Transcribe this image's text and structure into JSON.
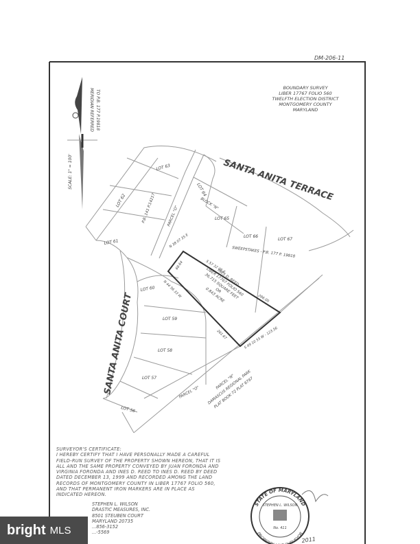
{
  "drawing_number": "DM-206-11",
  "title_block": [
    "BOUNDARY SURVEY",
    "LIBER 17767 FOLIO 560",
    "TWELFTH ELECTION DISTRICT",
    "MONTGOMERY COUNTY",
    "MARYLAND"
  ],
  "meridian": [
    "MERIDIAN REFERRED",
    "TO P.B. 177  P.19818"
  ],
  "scale": "SCALE: 1\" = 100'",
  "streets": {
    "terrace": "SANTA ANITA TERRACE",
    "court": "SANTA ANITA COURT"
  },
  "lots": [
    "LOT 63",
    "LOT 64",
    "LOT 65",
    "LOT 66",
    "LOT 67",
    "LOT 62",
    "LOT 61",
    "LOT 60",
    "LOT 59",
    "LOT 58",
    "LOT 57",
    "LOT 56"
  ],
  "labels": {
    "parcel_o_top": "PARCEL \"O\"",
    "parcel_o_bottom": "PARCEL \"O\"",
    "plat_ref": "P.B. 141  P.14217",
    "block": "BLOCK \"N\"",
    "sweepstakes": "SWEEPSTAKES - P.B. 177  P. 19818",
    "parcel_n": [
      "PARCEL \"N\"",
      "DAMASCUS REGIONAL PARK",
      "PLAT BOOK 72 PLAT 6797"
    ]
  },
  "property": [
    "INES D. REED",
    "LIBER 17767 FOLIO 560",
    "36,715 SQUARE FEET",
    "OR",
    "0.843 ACRE"
  ],
  "bearings": {
    "north": "S 57 32 05 E",
    "northwest": "N 38 07 35 E",
    "nw_dist": "68.64",
    "east_dist": "286.00",
    "southwest": "N 44 56 33 W",
    "sw_dist": "261.67",
    "south": "S 49 10 55 W - 123.56"
  },
  "certificate": {
    "heading": "SURVEYOR'S CERTIFICATE:",
    "body": "I HEREBY CERTIFY THAT I HAVE PERSONALLY MADE A CAREFUL FIELD-RUN SURVEY OF THE PROPERTY SHOWN HEREON, THAT IT IS ALL AND THE SAME PROPERTY CONVEYED BY JUAN FORONDA AND VIRGINIA FORONDA AND INES D. REED TO INES D. REED BY DEED DATED DECEMBER 13, 1999 AND RECORDED AMONG THE LAND RECORDS OF MONTGOMERY COUNTY IN LIBER 17767 FOLIO 560, AND THAT PERMANENT IRON MARKERS ARE IN PLACE AS INDICATED HEREON.",
    "signer": [
      "STEPHEN L. WILSON",
      "DRASTIC MEASURES, INC.",
      "8501 STEUBEN COURT",
      "MARYLAND 20735",
      "...856-3152",
      "...-5569"
    ]
  },
  "seal": {
    "outer": "STATE OF MARYLAND",
    "name": "STEPHEN L. WILSON",
    "number": "No. 411",
    "bottom": "PROPERTY LINE SURVEYOR"
  },
  "date": "2011",
  "watermark": {
    "brand": "bright",
    "suffix": "MLS"
  }
}
